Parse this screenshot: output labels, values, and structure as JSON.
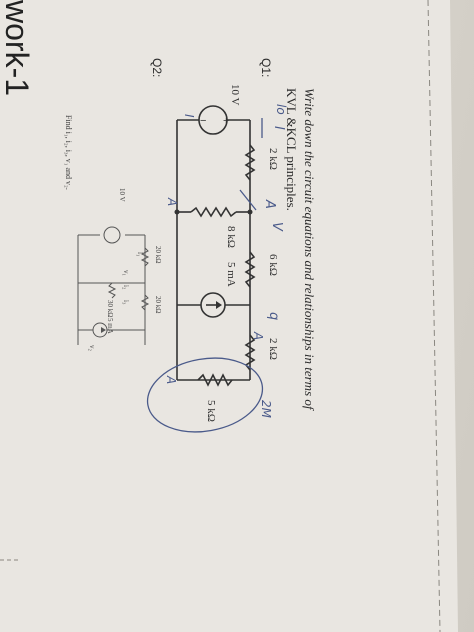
{
  "header": {
    "title": "work-1"
  },
  "questions": [
    {
      "label": "Q1:",
      "prompt_line1": "Write down the circuit equations and relationships in terms of",
      "prompt_line2": "KVL &KCL principles."
    },
    {
      "label": "Q2:",
      "find": "Find i₁, i₂, i₃, v₁ and v₂."
    }
  ],
  "circuit1": {
    "source": "10 V",
    "r1": "2 kΩ",
    "r2": "8 kΩ",
    "r3": "6 kΩ",
    "r4": "2 kΩ",
    "r5": "5 kΩ",
    "isrc": "5 mA"
  },
  "circuit2": {
    "source": "10 V",
    "r1": "20 kΩ",
    "r2": "30 kΩ",
    "r3": "20 kΩ",
    "isrc": "5 mA",
    "i1": "i₁",
    "i2": "i₂",
    "i3": "i₃",
    "v1": "v₁",
    "v2": "v₂"
  },
  "handwriting": {
    "h1": "I",
    "h2": "lo",
    "h3": "A",
    "h4": "V",
    "h5": "q",
    "h6": "A",
    "h7": "I",
    "h8": "A",
    "h9": "A",
    "h10": "2M"
  }
}
